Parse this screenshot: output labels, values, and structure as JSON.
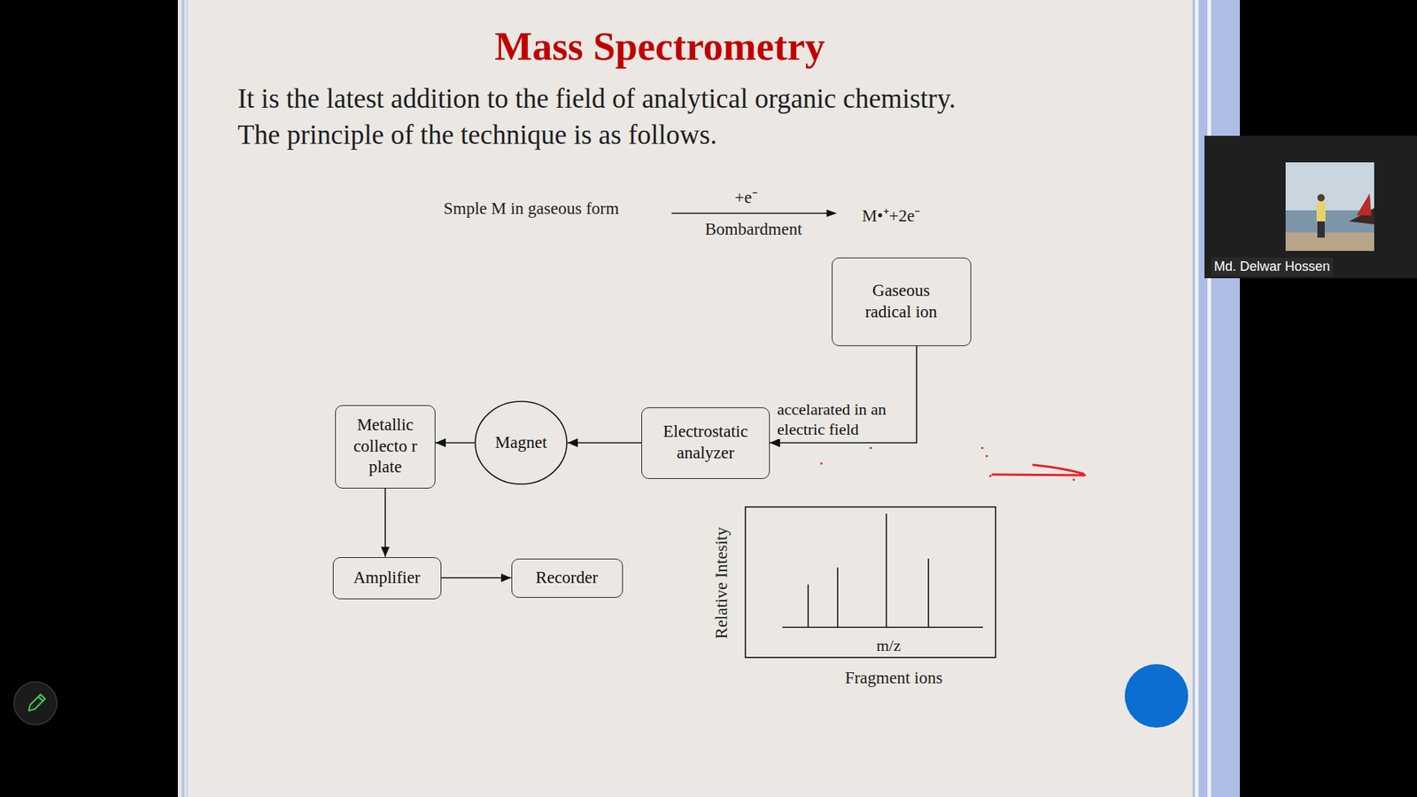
{
  "diagram": {
    "title": "Mass Spectrometry",
    "nodes": [
      {
        "text": [
          "Gaseous radical ion"
        ]
      },
      {
        "text": [
          "Electrostatic analyzer"
        ]
      },
      {
        "text": [
          "Magnet"
        ]
      },
      {
        "text": [
          "Metallic collecto r plate"
        ]
      },
      {
        "text": [
          "Amplifier"
        ]
      },
      {
        "text": [
          "Recorder"
        ]
      }
    ],
    "edges": [
      {
        "from": 0,
        "to": 1,
        "arrow": "to",
        "label": "accelarated in an electric field"
      },
      {
        "from": 1,
        "to": 2,
        "arrow": "to"
      },
      {
        "from": 2,
        "to": 3,
        "arrow": "to"
      },
      {
        "from": 3,
        "to": 4,
        "arrow": "to"
      },
      {
        "from": 4,
        "to": 5,
        "arrow": "to"
      }
    ],
    "labels": [
      "It is the latest addition to the field of analytical organic chemistry.",
      "The principle of the technique is as follows.",
      "Smple M in gaseous form",
      "+e⁻",
      "Bombardment",
      "M•⁺+2e⁻",
      "Relative Intesity",
      "m/z",
      "Fragment ions",
      "Md. Delwar Hossen"
    ]
  }
}
